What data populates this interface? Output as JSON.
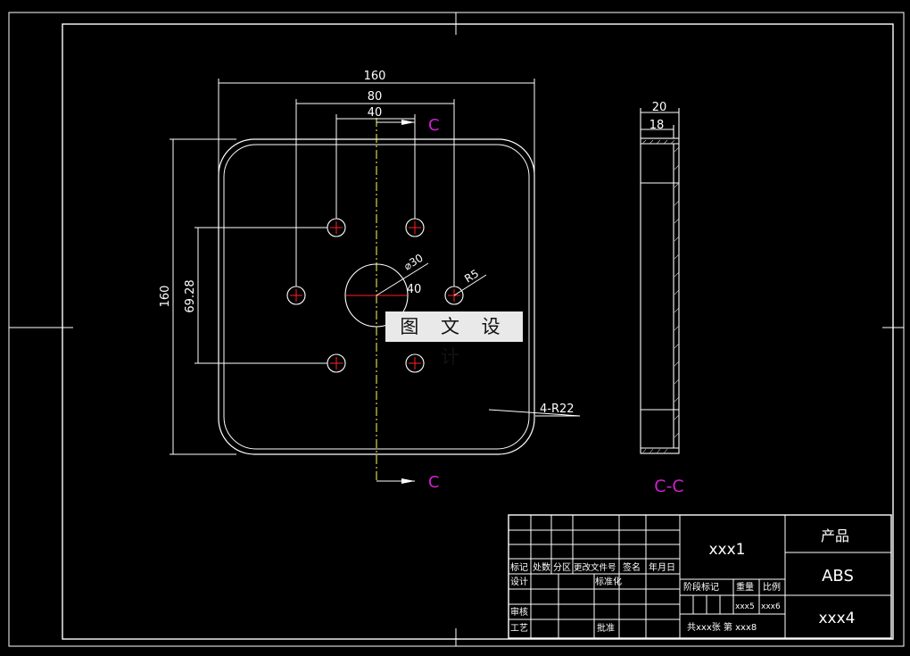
{
  "drawing": {
    "dims": {
      "width_160": "160",
      "spacing_80": "80",
      "spacing_40": "40",
      "height_160": "160",
      "offset_69_28": "69.28",
      "hole_center_40": "40",
      "center_hole_dia": "⌀30",
      "small_hole_radius": "R5",
      "corner_radius": "4-R22",
      "side_20": "20",
      "side_18": "18"
    },
    "section_marks": {
      "top": "C",
      "bottom": "C",
      "view_label": "C-C"
    },
    "colors": {
      "line": "#ffffff",
      "dim": "#ffffff",
      "centerline": "#ffff66",
      "label": "#d020d0",
      "red": "#ff2020"
    }
  },
  "watermark": "图 文 设 计",
  "title_block": {
    "row_headers": [
      "标记",
      "处数",
      "分区",
      "更改文件号",
      "签名",
      "年月日"
    ],
    "design": "设计",
    "standardize": "标准化",
    "review": "审核",
    "process": "工艺",
    "approve": "批准",
    "stage_mark": "阶段标记",
    "weight": "重量",
    "scale": "比例",
    "weight_value": "xxx5",
    "scale_value": "xxx6",
    "drawing_name": "xxx1",
    "product_label": "产品",
    "material": "ABS",
    "drawing_number": "xxx4",
    "sheets": "共xxx张 第 xxx8"
  }
}
